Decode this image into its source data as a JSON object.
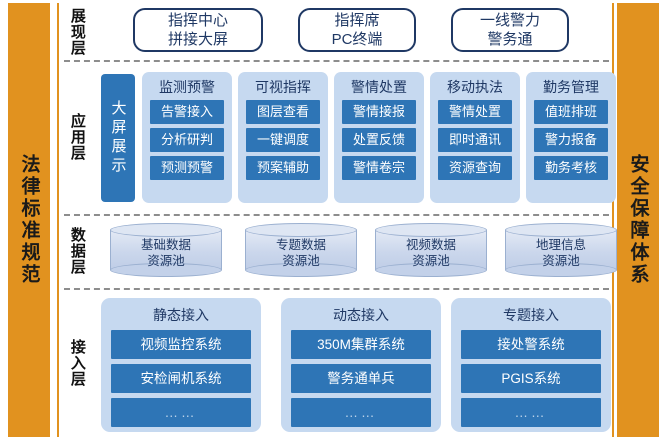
{
  "side_pillars": {
    "left": {
      "label": "法律标准规范"
    },
    "right": {
      "label": "安全保障体系"
    }
  },
  "layers": [
    {
      "key": "presentation",
      "label": "展现层"
    },
    {
      "key": "application",
      "label": "应用层"
    },
    {
      "key": "data",
      "label": "数据层"
    },
    {
      "key": "access",
      "label": "接入层"
    }
  ],
  "presentation": {
    "terminals": [
      {
        "label": "指挥中心\n拼接大屏"
      },
      {
        "label": "指挥席\nPC终端"
      },
      {
        "label": "一线警力\n警务通"
      }
    ]
  },
  "application": {
    "big_screen": {
      "label": "大屏展示"
    },
    "groups": [
      {
        "title": "监测预警",
        "items": [
          {
            "label": "告警接入"
          },
          {
            "label": "分析研判"
          },
          {
            "label": "预测预警"
          }
        ]
      },
      {
        "title": "可视指挥",
        "items": [
          {
            "label": "图层查看"
          },
          {
            "label": "一键调度"
          },
          {
            "label": "预案辅助"
          }
        ]
      },
      {
        "title": "警情处置",
        "items": [
          {
            "label": "警情接报"
          },
          {
            "label": "处置反馈"
          },
          {
            "label": "警情卷宗"
          }
        ]
      },
      {
        "title": "移动执法",
        "items": [
          {
            "label": "警情处置"
          },
          {
            "label": "即时通讯"
          },
          {
            "label": "资源查询"
          }
        ]
      },
      {
        "title": "勤务管理",
        "items": [
          {
            "label": "值班排班"
          },
          {
            "label": "警力报备"
          },
          {
            "label": "勤务考核"
          }
        ]
      }
    ]
  },
  "data_layer": {
    "pools": [
      {
        "label": "基础数据\n资源池"
      },
      {
        "label": "专题数据\n资源池"
      },
      {
        "label": "视频数据\n资源池"
      },
      {
        "label": "地理信息\n资源池"
      }
    ]
  },
  "access": {
    "groups": [
      {
        "title": "静态接入",
        "items": [
          {
            "label": "视频监控系统"
          },
          {
            "label": "安检闸机系统"
          },
          {
            "label": "……"
          }
        ]
      },
      {
        "title": "动态接入",
        "items": [
          {
            "label": "350M集群系统"
          },
          {
            "label": "警务通单兵"
          },
          {
            "label": "……"
          }
        ]
      },
      {
        "title": "专题接入",
        "items": [
          {
            "label": "接处警系统"
          },
          {
            "label": "PGIS系统"
          },
          {
            "label": "……"
          }
        ]
      }
    ]
  },
  "colors": {
    "pillar_orange": "#E1921F",
    "group_light_blue": "#C6D9F0",
    "item_blue": "#2E75B6",
    "navy_text": "#1F3864",
    "divider_gray": "#8D8D8D",
    "cylinder_fill": "#CBD7EC"
  }
}
